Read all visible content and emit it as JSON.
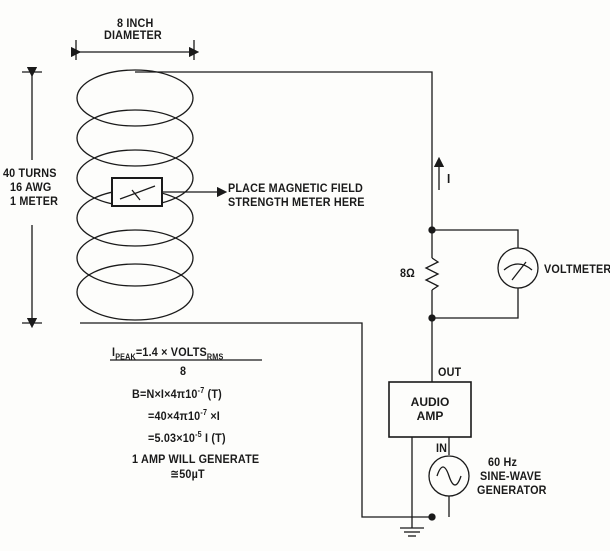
{
  "diagram": {
    "coil_diameter": [
      "8 INCH",
      "DIAMETER"
    ],
    "coil_spec": [
      "40 TURNS",
      "16 AWG",
      "1 METER"
    ],
    "meter_note": [
      "PLACE MAGNETIC FIELD",
      "STRENGTH METER HERE"
    ],
    "current_label": "I",
    "resistor_label": "8Ω",
    "voltmeter_label": "VOLTMETER",
    "amp": {
      "out": "OUT",
      "in": "IN",
      "name": [
        "AUDIO",
        "AMP"
      ]
    },
    "generator_label": [
      "60 Hz",
      "SINE-WAVE",
      "GENERATOR"
    ],
    "equations": {
      "ipeak_I": "I",
      "ipeak_sub": "PEAK",
      "ipeak_mid": "=1.4 × VOLTS",
      "ipeak_rms": "RMS",
      "ipeak_den": "8",
      "b_line": "B=N×I×4π10",
      "b_exp": "-7",
      "b_unit": " (T)",
      "l2_a": "=40×4π10",
      "l2_exp": "-7",
      "l2_b": " ×I",
      "l3_a": "=5.03×10",
      "l3_exp": "-5",
      "l3_b": " I (T)",
      "l4": "1 AMP WILL GENERATE",
      "l5": "≅50µT"
    }
  }
}
